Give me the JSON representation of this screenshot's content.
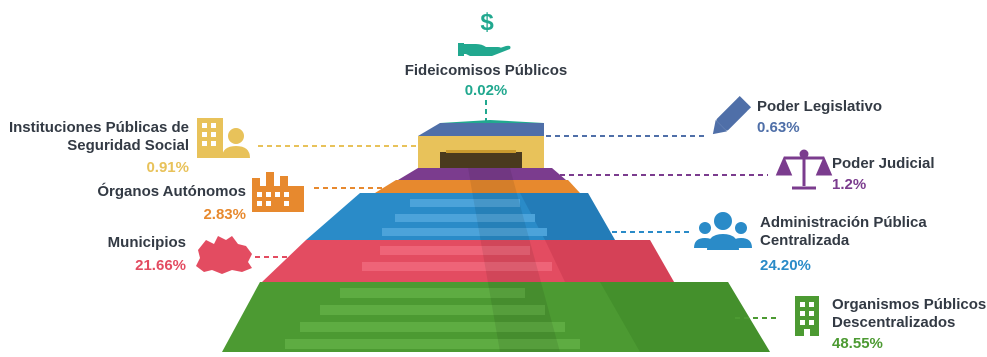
{
  "diagram": {
    "entities": [
      {
        "key": "fideicomisos",
        "label_lines": [
          "Fideicomisos Públicos"
        ],
        "value": "0.02%",
        "color": "#21a88f",
        "icon": "hand-money-icon"
      },
      {
        "key": "legislativo",
        "label_lines": [
          "Poder Legislativo"
        ],
        "value": "0.63%",
        "color": "#4f6fa8",
        "icon": "pen-icon"
      },
      {
        "key": "judicial",
        "label_lines": [
          "Poder Judicial"
        ],
        "value": "1.2%",
        "color": "#7b3c8e",
        "icon": "scales-icon"
      },
      {
        "key": "central",
        "label_lines": [
          "Administración Pública",
          "Centralizada"
        ],
        "value": "24.20%",
        "color": "#2a8bc8",
        "icon": "people-group-icon"
      },
      {
        "key": "descentralizados",
        "label_lines": [
          "Organismos Públicos",
          "Descentralizados"
        ],
        "value": "48.55%",
        "color": "#4c9a32",
        "icon": "building-icon"
      },
      {
        "key": "seguridad",
        "label_lines": [
          "Instituciones Públicas de",
          "Seguridad Social"
        ],
        "value": "0.91%",
        "color": "#e8c25a",
        "icon": "building-person-icon"
      },
      {
        "key": "autonomos",
        "label_lines": [
          "Órganos Autónomos"
        ],
        "value": "2.83%",
        "color": "#e7892e",
        "icon": "factory-icon"
      },
      {
        "key": "municipios",
        "label_lines": [
          "Municipios"
        ],
        "value": "21.66%",
        "color": "#e34c61",
        "icon": "oaxaca-map-icon"
      }
    ]
  }
}
